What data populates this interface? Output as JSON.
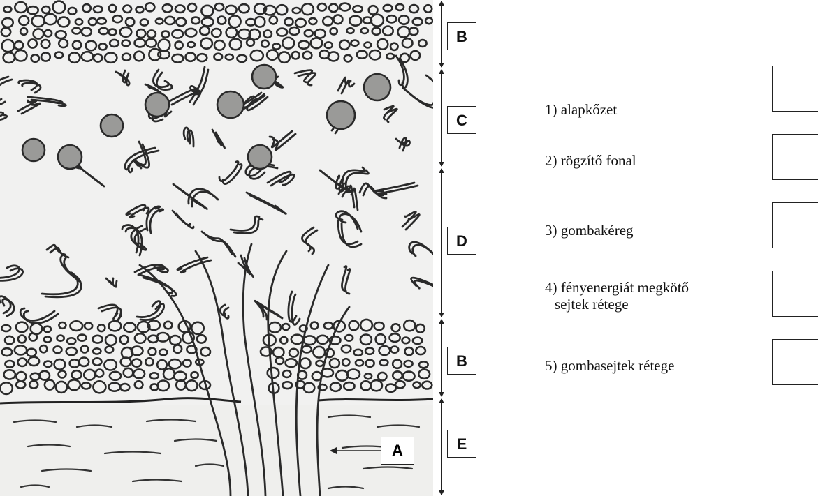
{
  "layers": [
    {
      "letter": "B"
    },
    {
      "letter": "C"
    },
    {
      "letter": "D"
    },
    {
      "letter": "B"
    },
    {
      "letter": "E"
    }
  ],
  "pointer_label": "A",
  "items": [
    {
      "line1": "1) alapkőzet",
      "line2": ""
    },
    {
      "line1": "2) rögzítő fonal",
      "line2": ""
    },
    {
      "line1": "3) gombakéreg",
      "line2": ""
    },
    {
      "line1": "4) fényenergiát megkötő",
      "line2": "sejtek rétege"
    },
    {
      "line1": "5) gombasejtek rétege",
      "line2": ""
    }
  ]
}
